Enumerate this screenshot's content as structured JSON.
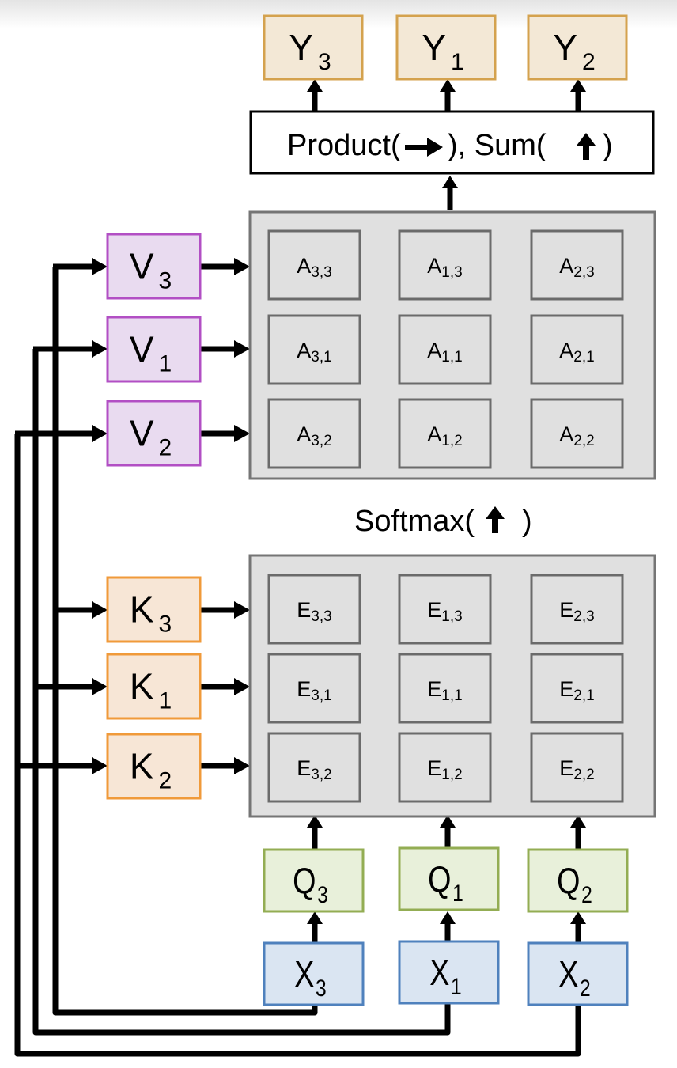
{
  "diagram": {
    "outputs": [
      {
        "letter": "Y",
        "index": "3"
      },
      {
        "letter": "Y",
        "index": "1"
      },
      {
        "letter": "Y",
        "index": "2"
      }
    ],
    "aggregation_label": "Product(",
    "aggregation_label_mid": "), Sum(",
    "aggregation_label_end": ")",
    "softmax_label": "Softmax(",
    "softmax_label_end": ")",
    "values": [
      {
        "letter": "V",
        "index": "3"
      },
      {
        "letter": "V",
        "index": "1"
      },
      {
        "letter": "V",
        "index": "2"
      }
    ],
    "keys": [
      {
        "letter": "K",
        "index": "3"
      },
      {
        "letter": "K",
        "index": "1"
      },
      {
        "letter": "K",
        "index": "2"
      }
    ],
    "queries": [
      {
        "letter": "Q",
        "index": "3"
      },
      {
        "letter": "Q",
        "index": "1"
      },
      {
        "letter": "Q",
        "index": "2"
      }
    ],
    "inputs": [
      {
        "letter": "X",
        "index": "3"
      },
      {
        "letter": "X",
        "index": "1"
      },
      {
        "letter": "X",
        "index": "2"
      }
    ],
    "attention_matrix": {
      "letter": "A",
      "rows": [
        [
          "3,3",
          "1,3",
          "2,3"
        ],
        [
          "3,1",
          "1,1",
          "2,1"
        ],
        [
          "3,2",
          "1,2",
          "2,2"
        ]
      ]
    },
    "energy_matrix": {
      "letter": "E",
      "rows": [
        [
          "3,3",
          "1,3",
          "2,3"
        ],
        [
          "3,1",
          "1,1",
          "2,1"
        ],
        [
          "3,2",
          "1,2",
          "2,2"
        ]
      ]
    },
    "colors": {
      "output_fill": "#f3e8d6",
      "output_stroke": "#d4a24e",
      "value_fill": "#e9dbf0",
      "value_stroke": "#b24fc4",
      "key_fill": "#f7e6d6",
      "key_stroke": "#f09a3a",
      "query_fill": "#e8f0da",
      "query_stroke": "#93ad53",
      "input_fill": "#dae5f2",
      "input_stroke": "#4f81bd",
      "matrix_fill": "#e0e0e0",
      "matrix_stroke": "#757575",
      "cell_stroke": "#6b6b6b",
      "line": "#000000"
    }
  }
}
